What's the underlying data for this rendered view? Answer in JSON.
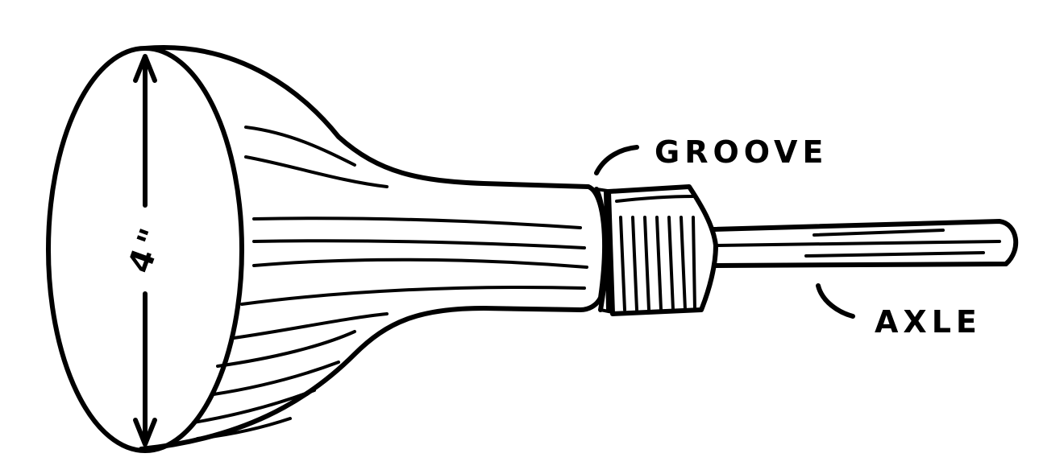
{
  "diagram": {
    "dimension_label": "4\"",
    "labels": {
      "groove": "GROOVE",
      "axle": "AXLE"
    },
    "colors": {
      "ink": "#000000",
      "paper": "#ffffff"
    }
  }
}
